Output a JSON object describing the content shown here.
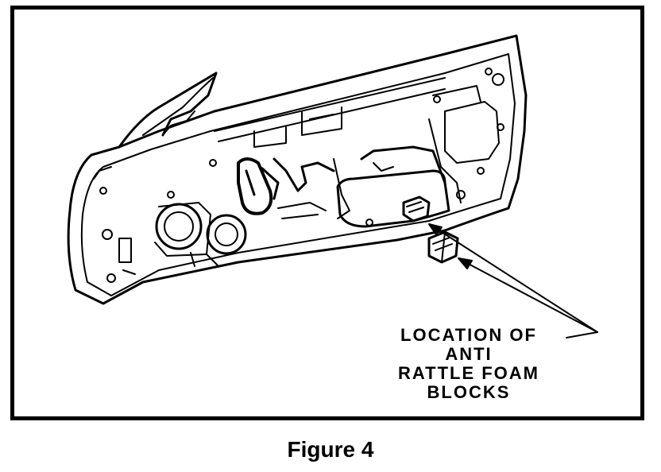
{
  "callout": {
    "line1": "LOCATION OF",
    "line2": "ANTI",
    "line3": "RATTLE FOAM",
    "line4": "BLOCKS"
  },
  "caption": "Figure 4",
  "colors": {
    "ink": "#000000",
    "paper": "#ffffff"
  }
}
